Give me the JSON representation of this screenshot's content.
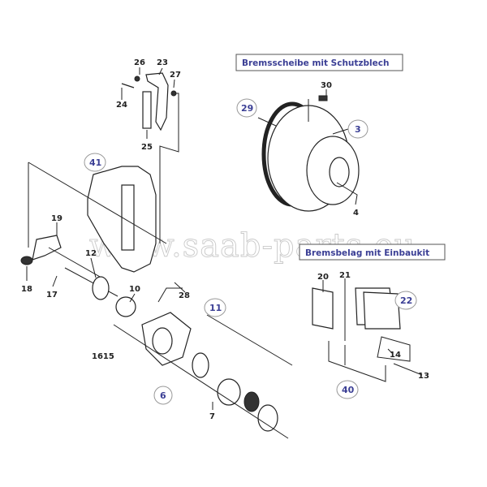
{
  "watermark": "www.saab-parts.eu",
  "section_titles": {
    "disc": "Bremsscheibe mit Schutzblech",
    "pads": "Bremsbelag mit Einbaukit"
  },
  "labels": {
    "p3": "3",
    "p4": "4",
    "p6": "6",
    "p7": "7",
    "p10": "10",
    "p11": "11",
    "p12": "12",
    "p13": "13",
    "p14": "14",
    "p1615": "1615",
    "p17": "17",
    "p18": "18",
    "p19": "19",
    "p20": "20",
    "p21": "21",
    "p22": "22",
    "p23": "23",
    "p24": "24",
    "p25": "25",
    "p26": "26",
    "p27": "27",
    "p28": "28",
    "p29": "29",
    "p30": "30",
    "p40": "40",
    "p41": "41"
  },
  "colors": {
    "highlight": "#3b3f95",
    "ink": "#222222",
    "watermark": "#c9c9c9"
  }
}
